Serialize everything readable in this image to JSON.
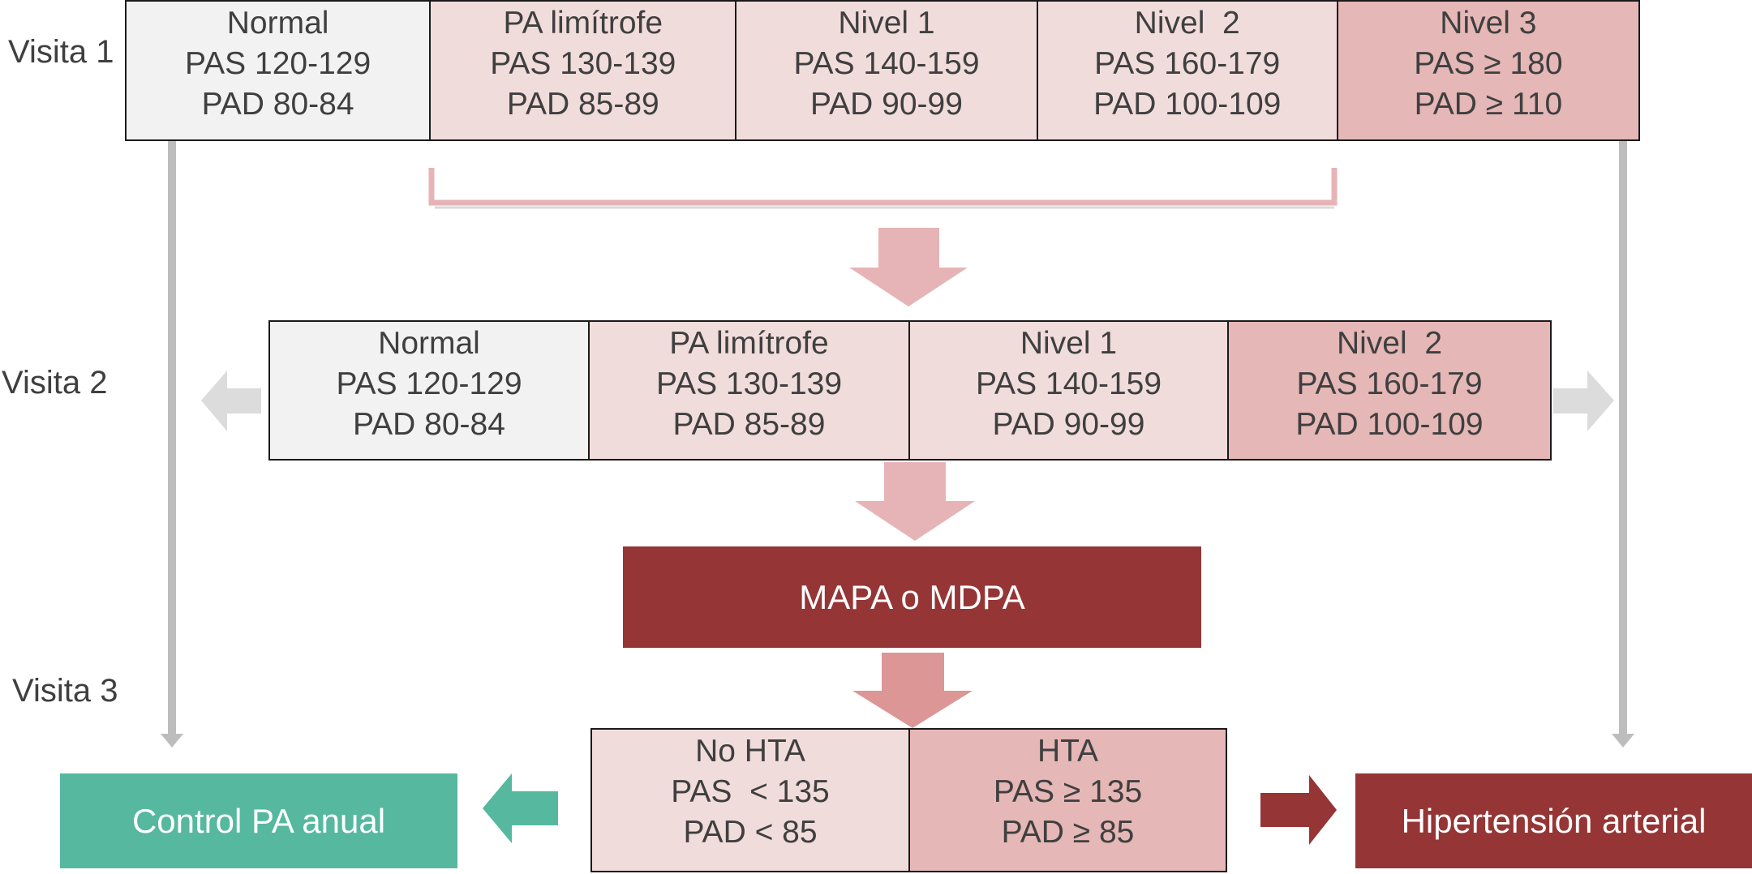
{
  "visits": [
    {
      "label": "Visita 1"
    },
    {
      "label": "Visita 2"
    },
    {
      "label": "Visita 3"
    }
  ],
  "visit1_cells": [
    {
      "title": "Normal",
      "pas": "PAS 120-129",
      "pad": "PAD 80-84",
      "tone": "normal"
    },
    {
      "title": "PA limítrofe",
      "pas": "PAS 130-139",
      "pad": "PAD 85-89",
      "tone": "light"
    },
    {
      "title": "Nivel 1",
      "pas": "PAS 140-159",
      "pad": "PAD 90-99",
      "tone": "light"
    },
    {
      "title": "Nivel  2",
      "pas": "PAS 160-179",
      "pad": "PAD 100-109",
      "tone": "light"
    },
    {
      "title": "Nivel 3",
      "pas": "PAS ≥ 180",
      "pad": "PAD ≥ 110",
      "tone": "mid"
    }
  ],
  "visit2_cells": [
    {
      "title": "Normal",
      "pas": "PAS 120-129",
      "pad": "PAD 80-84",
      "tone": "normal"
    },
    {
      "title": "PA limítrofe",
      "pas": "PAS 130-139",
      "pad": "PAD 85-89",
      "tone": "light"
    },
    {
      "title": "Nivel 1",
      "pas": "PAS 140-159",
      "pad": "PAD 90-99",
      "tone": "light"
    },
    {
      "title": "Nivel  2",
      "pas": "PAS 160-179",
      "pad": "PAD 100-109",
      "tone": "mid"
    }
  ],
  "monitoring": {
    "label": "MAPA o MDPA"
  },
  "visit3_cells": [
    {
      "title": "No HTA",
      "pas": "PAS  < 135",
      "pad": "PAD < 85",
      "tone": "light"
    },
    {
      "title": "HTA",
      "pas": "PAS ≥ 135",
      "pad": "PAD ≥ 85",
      "tone": "mid"
    }
  ],
  "outcomes": {
    "control": "Control PA anual",
    "hypertension": "Hipertensión arterial"
  },
  "colors": {
    "normal": "#f2f2f2",
    "light": "#f1dcdc",
    "mid": "#e5b7b7",
    "dark_red": "#953535",
    "teal": "#55b89f",
    "arrow_pink": "#e6b4b6",
    "gray": "#bdbdbd"
  }
}
